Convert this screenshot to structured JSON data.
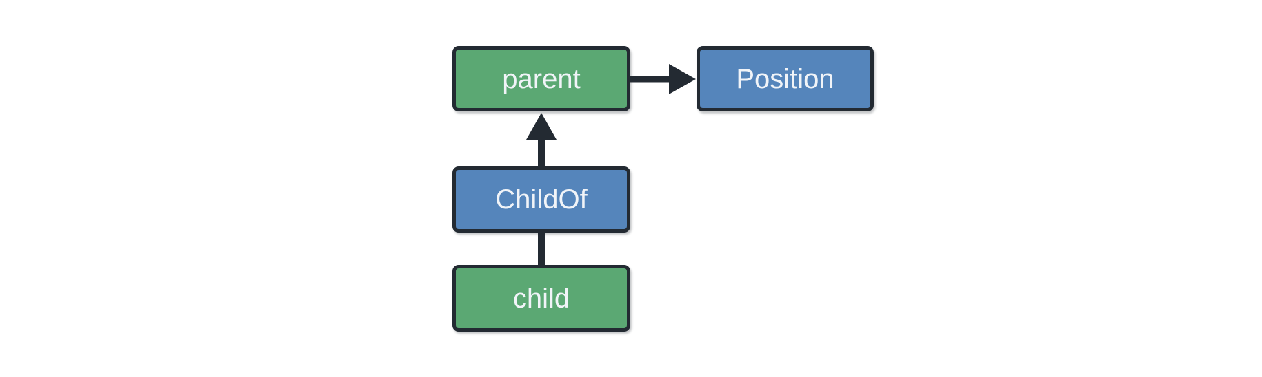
{
  "diagram": {
    "background": "#FFFFFF"
  },
  "colors": {
    "entity_fill": "#5BA873",
    "pair_fill": "#5585BB",
    "outline": "#232A32",
    "label": "#F1F4F8",
    "background": "#FFFFFF"
  },
  "nodes": [
    {
      "id": "parent",
      "label": "parent",
      "fill": "green"
    },
    {
      "id": "Position",
      "label": "Position",
      "fill": "blue"
    },
    {
      "id": "ChildOf",
      "label": "ChildOf",
      "fill": "blue"
    },
    {
      "id": "child",
      "label": "child",
      "fill": "green"
    }
  ],
  "edges": [
    {
      "from": "parent",
      "to": "Position",
      "style": "arrow"
    },
    {
      "from": "ChildOf",
      "to": "parent",
      "style": "arrow"
    },
    {
      "from": "child",
      "to": "ChildOf",
      "style": "line"
    }
  ]
}
